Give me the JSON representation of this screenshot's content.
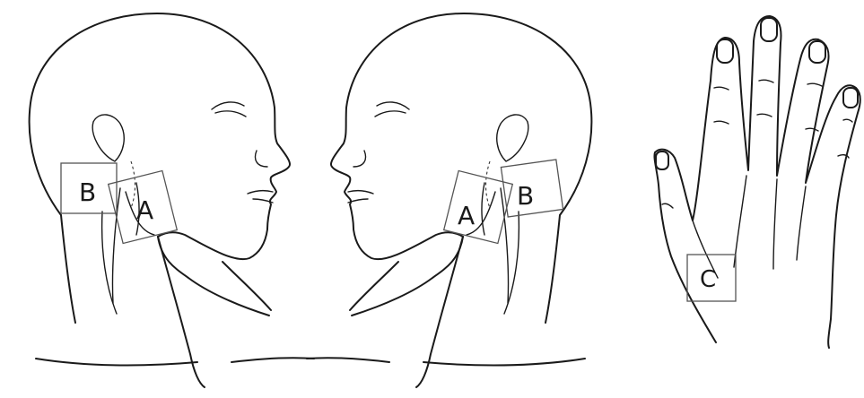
{
  "figure": {
    "regions": {
      "a": "A",
      "b": "B",
      "c": "C"
    },
    "colors": {
      "line": "#1a1a1a",
      "box_stroke": "#555555",
      "background": "#ffffff"
    }
  }
}
